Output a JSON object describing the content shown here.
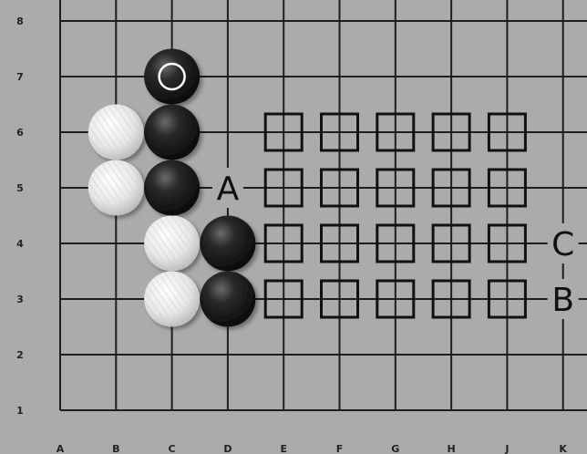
{
  "board": {
    "columns": [
      "A",
      "B",
      "C",
      "D",
      "E",
      "F",
      "G",
      "H",
      "J",
      "K"
    ],
    "rows": [
      "8",
      "7",
      "6",
      "5",
      "4",
      "3",
      "2",
      "1"
    ],
    "colors": {
      "background": "#ababab",
      "grid": "#1e1e1e",
      "black_stone": "#1a1a1a",
      "white_stone": "#ededed",
      "marker": "#111111"
    }
  },
  "stones": [
    {
      "color": "black",
      "point": "C7",
      "last_move": true
    },
    {
      "color": "black",
      "point": "C6"
    },
    {
      "color": "black",
      "point": "C5"
    },
    {
      "color": "black",
      "point": "D4"
    },
    {
      "color": "black",
      "point": "D3"
    },
    {
      "color": "white",
      "point": "B6"
    },
    {
      "color": "white",
      "point": "B5"
    },
    {
      "color": "white",
      "point": "C4"
    },
    {
      "color": "white",
      "point": "C3"
    }
  ],
  "square_markers": [
    "E6",
    "F6",
    "G6",
    "H6",
    "J6",
    "E5",
    "F5",
    "G5",
    "H5",
    "J5",
    "E4",
    "F4",
    "G4",
    "H4",
    "J4",
    "E3",
    "F3",
    "G3",
    "H3",
    "J3"
  ],
  "labels": [
    {
      "text": "A",
      "point": "D5"
    },
    {
      "text": "C",
      "point": "K4"
    },
    {
      "text": "B",
      "point": "K3"
    }
  ]
}
